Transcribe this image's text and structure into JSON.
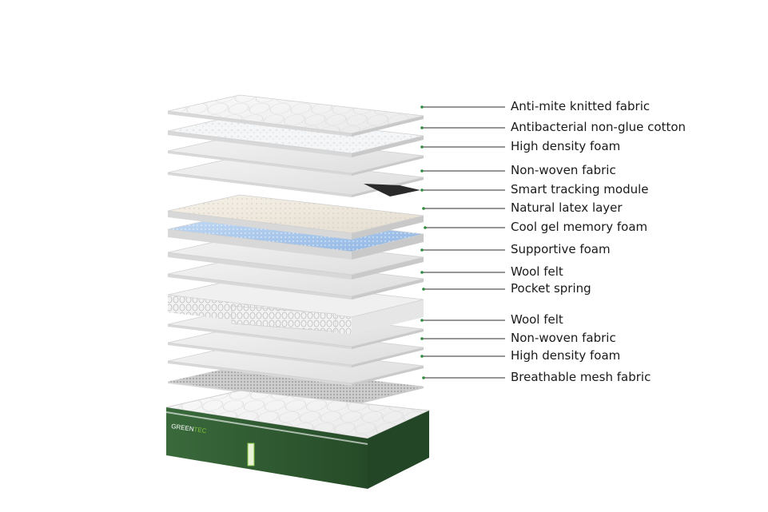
{
  "brand": {
    "logo_text_a": "GREEN",
    "logo_text_b": "TEC",
    "cover_color": "#2f5a32",
    "accent_color": "#7ec13c"
  },
  "layers": [
    {
      "label": "Anti-mite knitted fabric",
      "material": "quilted-knit"
    },
    {
      "label": "Antibacterial non-glue cotton",
      "material": "cotton"
    },
    {
      "label": "High density foam",
      "material": "foam"
    },
    {
      "label": "Non-woven fabric",
      "material": "fabric"
    },
    {
      "label": "Smart tracking module",
      "material": "module"
    },
    {
      "label": "Natural latex layer",
      "material": "latex"
    },
    {
      "label": "Cool gel memory foam",
      "material": "gel"
    },
    {
      "label": "Supportive foam",
      "material": "foam"
    },
    {
      "label": "Wool felt",
      "material": "felt"
    },
    {
      "label": "Pocket spring",
      "material": "spring"
    },
    {
      "label": "Wool felt",
      "material": "felt"
    },
    {
      "label": "Non-woven fabric",
      "material": "fabric"
    },
    {
      "label": "High density foam",
      "material": "foam"
    },
    {
      "label": "Breathable mesh fabric",
      "material": "mesh"
    }
  ],
  "colors": {
    "leader_line": "#2e2e2e",
    "leader_dot": "#2e8b3e",
    "gel": "#a9c8ee",
    "latex": "#efe9df",
    "module": "#2a2a2a"
  }
}
